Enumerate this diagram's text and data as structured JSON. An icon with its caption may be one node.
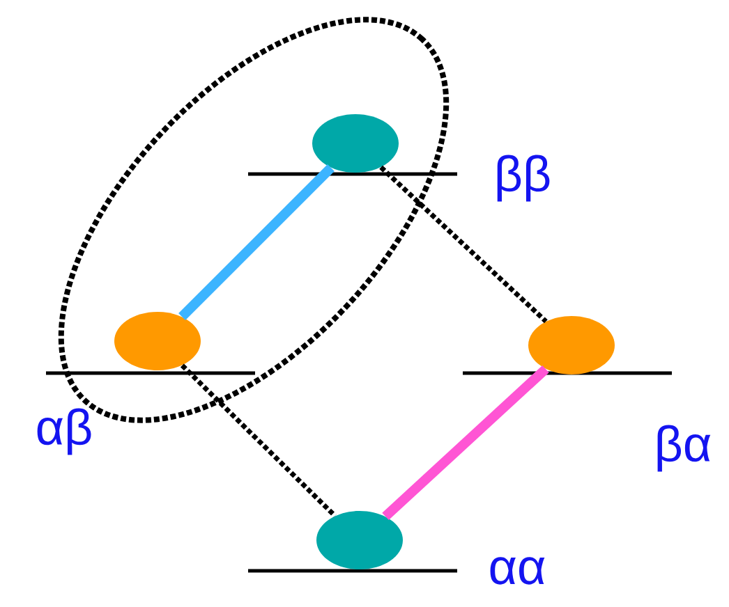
{
  "diagram": {
    "nodes": [
      {
        "text": [],
        "shape": "ellipse"
      },
      {
        "text": [],
        "shape": "circle",
        "beside": [
          "ββ"
        ],
        "in": 0
      },
      {
        "text": [],
        "shape": "circle",
        "beside": [
          "αβ"
        ],
        "in": 0
      },
      {
        "text": [],
        "shape": "circle",
        "beside": [
          "βα"
        ]
      },
      {
        "text": [],
        "shape": "circle",
        "beside": [
          "αα"
        ]
      }
    ],
    "edges": [
      {
        "from": 2,
        "to": 1,
        "arrow": "none",
        "style": "thick",
        "color": "#3cb4ff"
      },
      {
        "from": 1,
        "to": 3,
        "arrow": "none",
        "style": "dashed"
      },
      {
        "from": 2,
        "to": 4,
        "arrow": "none",
        "style": "dashed"
      },
      {
        "from": 4,
        "to": 3,
        "arrow": "none",
        "style": "thick",
        "color": "#ff55d4"
      }
    ]
  }
}
